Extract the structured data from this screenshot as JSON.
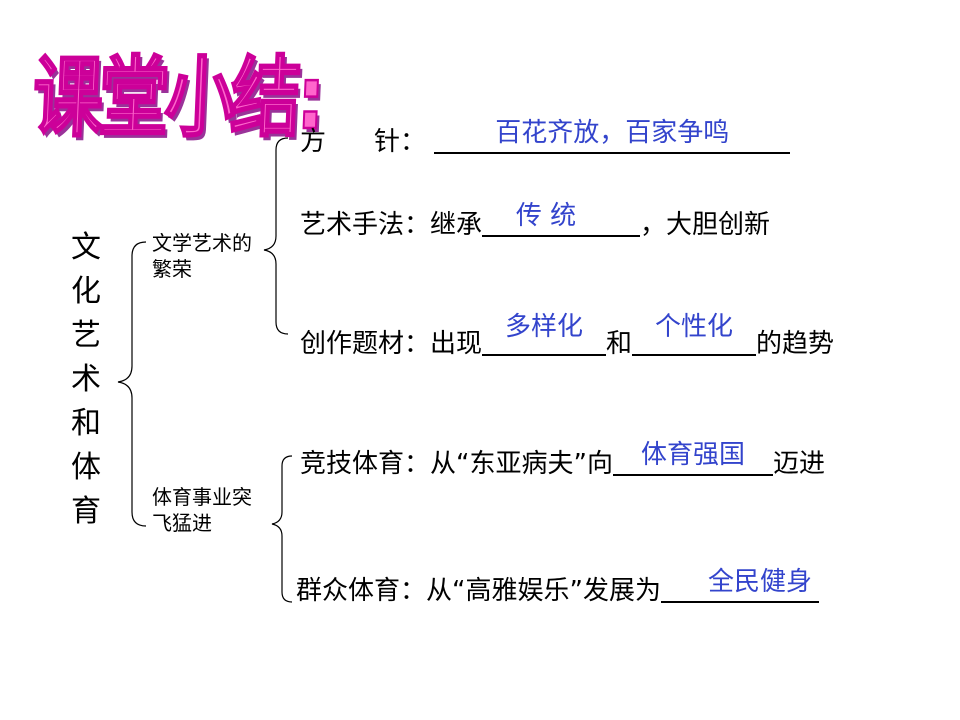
{
  "title": "课堂小结:",
  "root": "文化艺术和体育",
  "categories": [
    {
      "label": "文学艺术的繁荣"
    },
    {
      "label": "体育事业突飞猛进"
    }
  ],
  "rows": {
    "policy": {
      "label_a": "方",
      "label_b": "针：",
      "answer": "百花齐放，百家争鸣"
    },
    "technique": {
      "prefix": "艺术手法：继承",
      "answer": "传  统",
      "suffix": "，大胆创新"
    },
    "subject": {
      "prefix": "创作题材：出现",
      "answer1": "多样化",
      "middle": "和",
      "answer2": "个性化",
      "suffix": "的趋势"
    },
    "competitive": {
      "prefix": "竞技体育：从“东亚病夫”向",
      "answer": "体育强国",
      "suffix": "迈进"
    },
    "mass": {
      "prefix": "群众体育：从“高雅娱乐”发展为",
      "answer": "全民健身"
    }
  },
  "colors": {
    "answer": "#3344cc",
    "title_fill": "#ff66cc",
    "title_outline": "#cc0099"
  }
}
